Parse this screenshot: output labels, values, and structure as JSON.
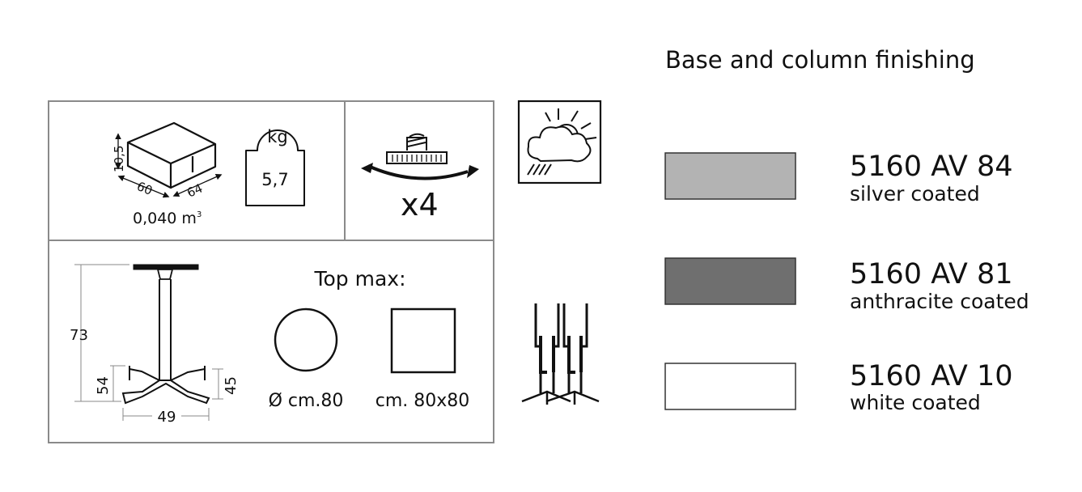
{
  "finishing": {
    "title": "Base and column finishing",
    "items": [
      {
        "code": "5160 AV 84",
        "name": "silver coated",
        "color": "#b3b3b3"
      },
      {
        "code": "5160 AV 81",
        "name": "anthracite coated",
        "color": "#6f6f6f"
      },
      {
        "code": "5160 AV 10",
        "name": "white coated",
        "color": "#ffffff"
      }
    ]
  },
  "package": {
    "dim_height": "10,5",
    "dim_width": "60",
    "dim_depth": "64",
    "box_mark": "I",
    "volume_value": "0,040 m",
    "volume_exp": "3",
    "weight_unit": "kg",
    "weight_value": "5,7"
  },
  "stacking": {
    "multiplier": "x4"
  },
  "base": {
    "height": "73",
    "foot_height": "54",
    "foot_span": "49",
    "foot_side": "45"
  },
  "top_max": {
    "label": "Top max:",
    "round": "Ø cm.80",
    "square": "cm. 80x80"
  },
  "icons": {
    "weather": "outdoor-weather-icon",
    "folding": "folding-base-icon",
    "package": "package-box-icon",
    "weight": "weight-tag-icon",
    "stack": "stack-rotate-icon"
  }
}
